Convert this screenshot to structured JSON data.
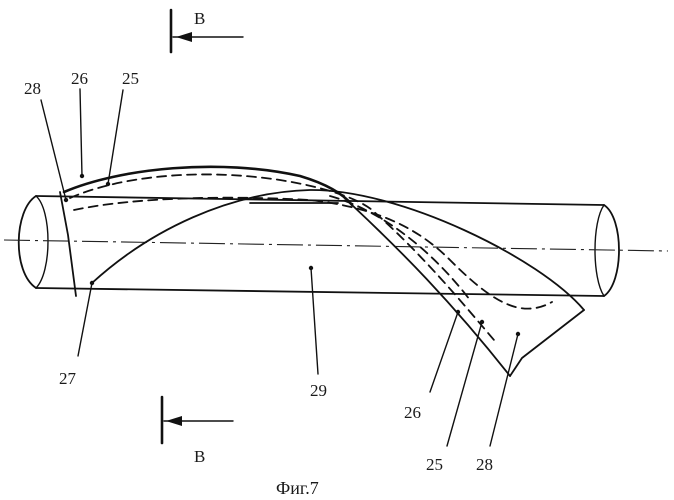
{
  "section_marks": {
    "top": "В",
    "bottom": "В"
  },
  "labels": {
    "top_left_28": "28",
    "top_left_26": "26",
    "top_left_25": "25",
    "bottom_27": "27",
    "bottom_29": "29",
    "right_26": "26",
    "right_25": "25",
    "right_28": "28"
  },
  "caption": "Фиг.7"
}
